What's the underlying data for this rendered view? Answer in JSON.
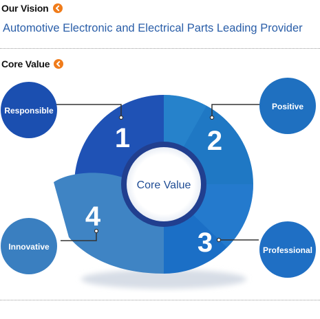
{
  "vision": {
    "heading": "Our Vision",
    "statement": "Automotive Electronic and Electrical Parts Leading Provider",
    "badge_icon": "chevron-left-icon"
  },
  "core_value": {
    "heading": "Core Value",
    "badge_icon": "chevron-left-icon",
    "center_label": "Core Value",
    "segments": [
      {
        "number": "1",
        "label": "Responsible"
      },
      {
        "number": "2",
        "label": "Positive"
      },
      {
        "number": "3",
        "label": "Professional"
      },
      {
        "number": "4",
        "label": "Innovative"
      }
    ]
  },
  "colors": {
    "accent": "#f07c1b",
    "vision_text": "#2a5ea8",
    "seg1": "#1f52b5",
    "seg2": "#1f78c4",
    "seg3": "#1b6fc6",
    "seg4": "#3f84c4",
    "label_circle": "#1f62b8"
  }
}
